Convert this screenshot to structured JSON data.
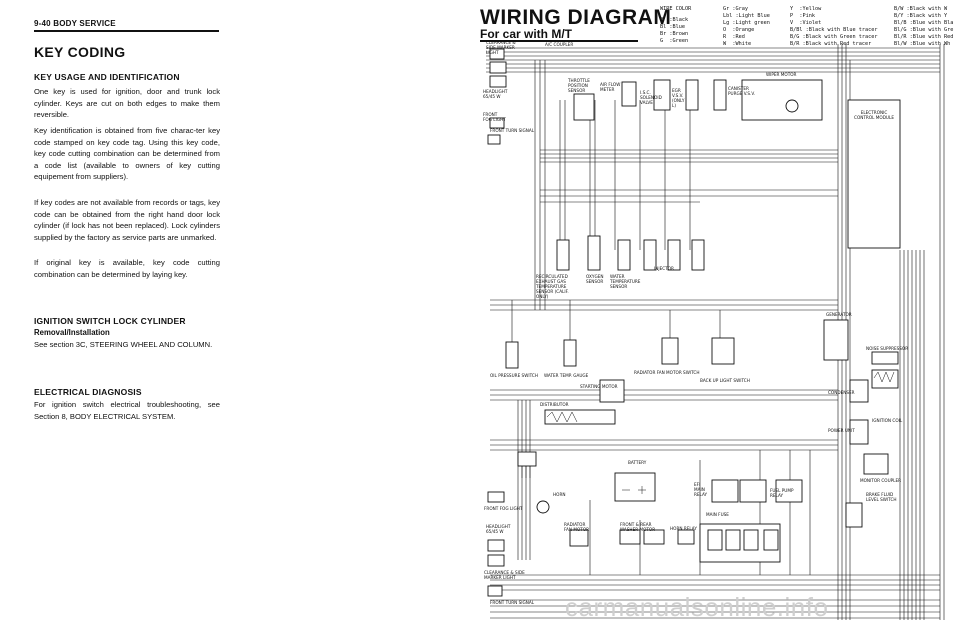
{
  "page_header": "9-40 BODY SERVICE",
  "key_coding": {
    "title": "KEY CODING",
    "usage_heading": "KEY USAGE AND IDENTIFICATION",
    "para1": "One key is used for ignition, door and trunk lock cylinder. Keys are cut on both edges to make them reversible.",
    "para2": "Key identification is obtained from five charac-ter key code stamped on key code tag. Using this key code, key code cutting combination can be determined from a code list (available to owners of key cutting equipement from suppliers).",
    "para3": "If key codes are not available from records or tags, key code can be obtained from the right hand door lock cylinder (if lock has not been replaced). Lock cylinders supplied by the factory as service parts are unmarked.",
    "para4": "If original key is available, key code cutting combination can be determined by laying key."
  },
  "ignition": {
    "heading": "IGNITION SWITCH LOCK CYLINDER",
    "sub": "Removal/Installation",
    "text": "See section 3C, STEERING WHEEL AND COLUMN."
  },
  "electrical": {
    "heading": "ELECTRICAL DIAGNOSIS",
    "text": "For ignition switch electrical troubleshooting, see Section 8, BODY ELECTRICAL SYSTEM."
  },
  "wiring": {
    "title": "WIRING DIAGRAM",
    "subtitle": "For car with M/T",
    "wire_color_heading": "WIRE COLOR",
    "colors_col1": [
      "B  :Black",
      "Bl :Blue",
      "Br :Brown",
      "G  :Green"
    ],
    "colors_col2": [
      "Gr :Gray",
      "Lbl :Light Blue",
      "Lg :Light green",
      "O  :Orange",
      "R  :Red",
      "W  :White"
    ],
    "colors_col3": [
      "Y  :Yellow",
      "P  :Pink",
      "V  :Violet",
      "B/Bl :Black with Blue tracer",
      "B/G :Black with Green tracer",
      "B/R :Black with Red tracer"
    ],
    "colors_col4": [
      "B/W :Black with W",
      "B/Y :Black with Y",
      "Bl/B :Blue with Bla",
      "Bl/G :Blue with Gre",
      "Bl/R :Blue with Red",
      "Bl/W :Blue with Wh"
    ]
  },
  "components": {
    "clearance_top": "CLEARANCE & SIDE MARKER LIGHT",
    "ac_coupler": "A/C COUPLER",
    "headlight_top": "HEADLIGHT 65/45 W",
    "front_fog_top": "FRONT FOG LIGHT",
    "front_turn_top": "FRONT TURN SIGNAL",
    "throttle": "THROTTLE POSITION SENSOR",
    "airflow": "AIR FLOW METER",
    "isc": "I.S.C. SOLENOID VALVE",
    "egr": "EGR V.S.V. (ONLY L)",
    "canister": "CANISTER PURGE V.S.V.",
    "wiper": "WIPER MOTOR",
    "ecm": "ELECTRONIC CONTROL MODULE",
    "egr_temp": "RECIRCULATED EXHAUST GAS TEMPERATURE SENSOR (CALIF. ONLY)",
    "oxygen": "OXYGEN SENSOR",
    "water_temp_sensor": "WATER TEMPERATURE SENSOR",
    "injector": "INJECTOR",
    "generator": "GENERATOR",
    "noise": "NOISE SUPPRESSOR",
    "condenser": "CONDENSER",
    "ign_coil": "IGNITION COIL",
    "power_unit": "POWER UNIT",
    "oil_switch": "OIL PRESSURE SWITCH",
    "water_gauge": "WATER TEMP. GAUGE",
    "rad_fan_switch": "RADIATOR FAN MOTOR SWITCH",
    "backup_switch": "BACK UP LIGHT SWITCH",
    "starting_motor": "STARTING MOTOR",
    "distributor": "DISTRIBUTOR",
    "battery": "BATTERY",
    "monitor": "MONITOR COUPLER",
    "brake_fluid": "BRAKE FLUID LEVEL SWITCH",
    "efi_relay": "EFI MAIN RELAY",
    "fuel_pump_relay": "FUEL PUMP RELAY",
    "main_fuse": "MAIN FUSE",
    "horn": "HORN",
    "rad_fan_motor": "RADIATOR FAN MOTOR",
    "washer": "FRONT & REAR WASHER MOTOR",
    "horn_relay": "HORN RELAY",
    "front_fog_bottom": "FRONT FOG LIGHT",
    "headlight_bottom": "HEADLIGHT 65/45 W",
    "clearance_bottom": "CLEARANCE & SIDE MARKER LIGHT",
    "front_turn_bottom": "FRONT TURN SIGNAL"
  },
  "watermark": "carmanualsonline.info"
}
